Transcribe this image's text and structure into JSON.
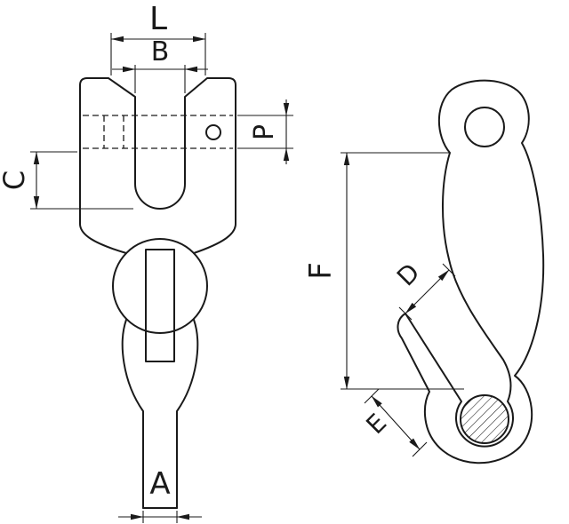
{
  "drawing": {
    "background_color": "#ffffff",
    "line_color": "#1a1a1a",
    "dimension_labels": {
      "fork_width": "L",
      "jaw_opening": "B",
      "pin_hole": "P",
      "jaw_depth": "C",
      "tip_width": "A",
      "length": "F",
      "throat_opening": "D",
      "seat": "E"
    }
  }
}
